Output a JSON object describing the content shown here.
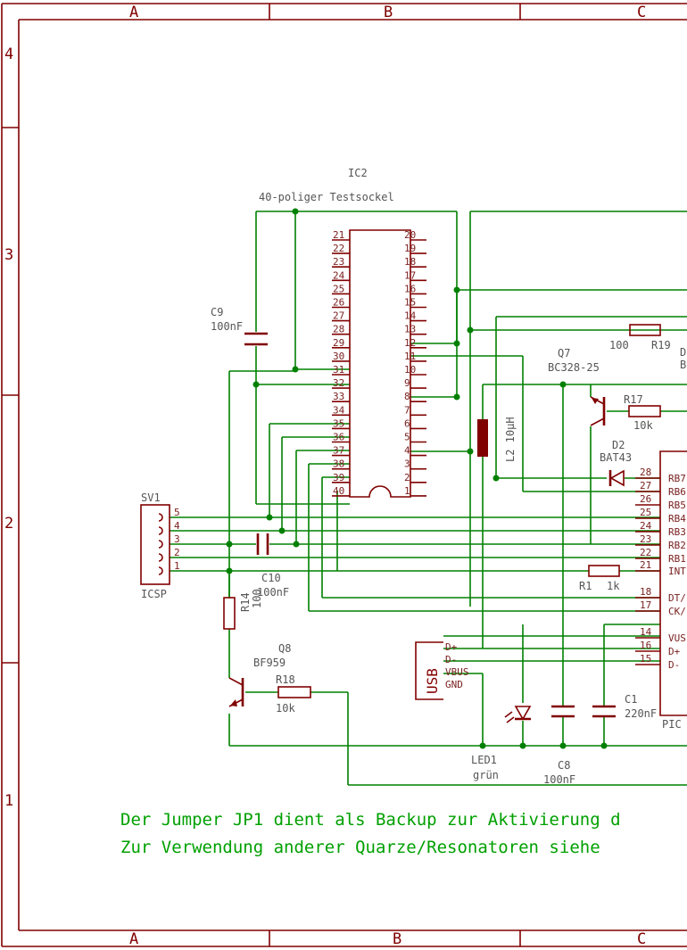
{
  "frame": {
    "columns": [
      "A",
      "B",
      "C"
    ],
    "rows": [
      "4",
      "3",
      "2",
      "1"
    ]
  },
  "ic2": {
    "name": "IC2",
    "value": "40-poliger Testsockel",
    "pins_left": [
      "21",
      "22",
      "23",
      "24",
      "25",
      "26",
      "27",
      "28",
      "29",
      "30",
      "31",
      "32",
      "33",
      "34",
      "35",
      "36",
      "37",
      "38",
      "39",
      "40"
    ],
    "pins_right": [
      "20",
      "19",
      "18",
      "17",
      "16",
      "15",
      "14",
      "13",
      "12",
      "11",
      "10",
      "9",
      "8",
      "7",
      "6",
      "5",
      "4",
      "3",
      "2",
      "1"
    ]
  },
  "parts": {
    "c9": {
      "name": "C9",
      "value": "100nF"
    },
    "c10": {
      "name": "C10",
      "value": "100nF"
    },
    "c8": {
      "name": "C8",
      "value": "100nF"
    },
    "c1": {
      "name": "C1",
      "value": "220nF"
    },
    "sv1": {
      "name": "SV1",
      "label": "ICSP",
      "pins": [
        "5",
        "4",
        "3",
        "2",
        "1"
      ]
    },
    "r14": {
      "name": "R14",
      "value": "100"
    },
    "r18": {
      "name": "R18",
      "value": "10k"
    },
    "r17": {
      "name": "R17",
      "value": "10k"
    },
    "r19": {
      "name": "R19",
      "value": "100"
    },
    "r1": {
      "name": "R1",
      "value": "1k"
    },
    "q8": {
      "name": "Q8",
      "value": "BF959"
    },
    "q7": {
      "name": "Q7",
      "value": "BC328-25"
    },
    "l2": {
      "label": "L2 10µH"
    },
    "d2": {
      "name": "D2",
      "value": "BAT43"
    },
    "led1": {
      "name": "LED1",
      "value": "grün"
    },
    "usb": {
      "label": "USB",
      "pins": [
        "D+",
        "D-",
        "VBUS",
        "GND"
      ]
    },
    "pic": {
      "name": "PIC",
      "pin_numbers": [
        "28",
        "27",
        "26",
        "25",
        "24",
        "23",
        "22",
        "21",
        "18",
        "17",
        "14",
        "16",
        "15"
      ],
      "pin_names": [
        "RB7",
        "RB6",
        "RB5",
        "RB4",
        "RB3",
        "RB2",
        "RB1",
        "INT",
        "DT/",
        "CK/",
        "VUS",
        "D+",
        "D-"
      ]
    },
    "partial_d": "D",
    "partial_b": "B"
  },
  "notes": [
    "Der Jumper JP1 dient als Backup zur Aktivierung d",
    "Zur Verwendung anderer Quarze/Resonatoren siehe"
  ]
}
